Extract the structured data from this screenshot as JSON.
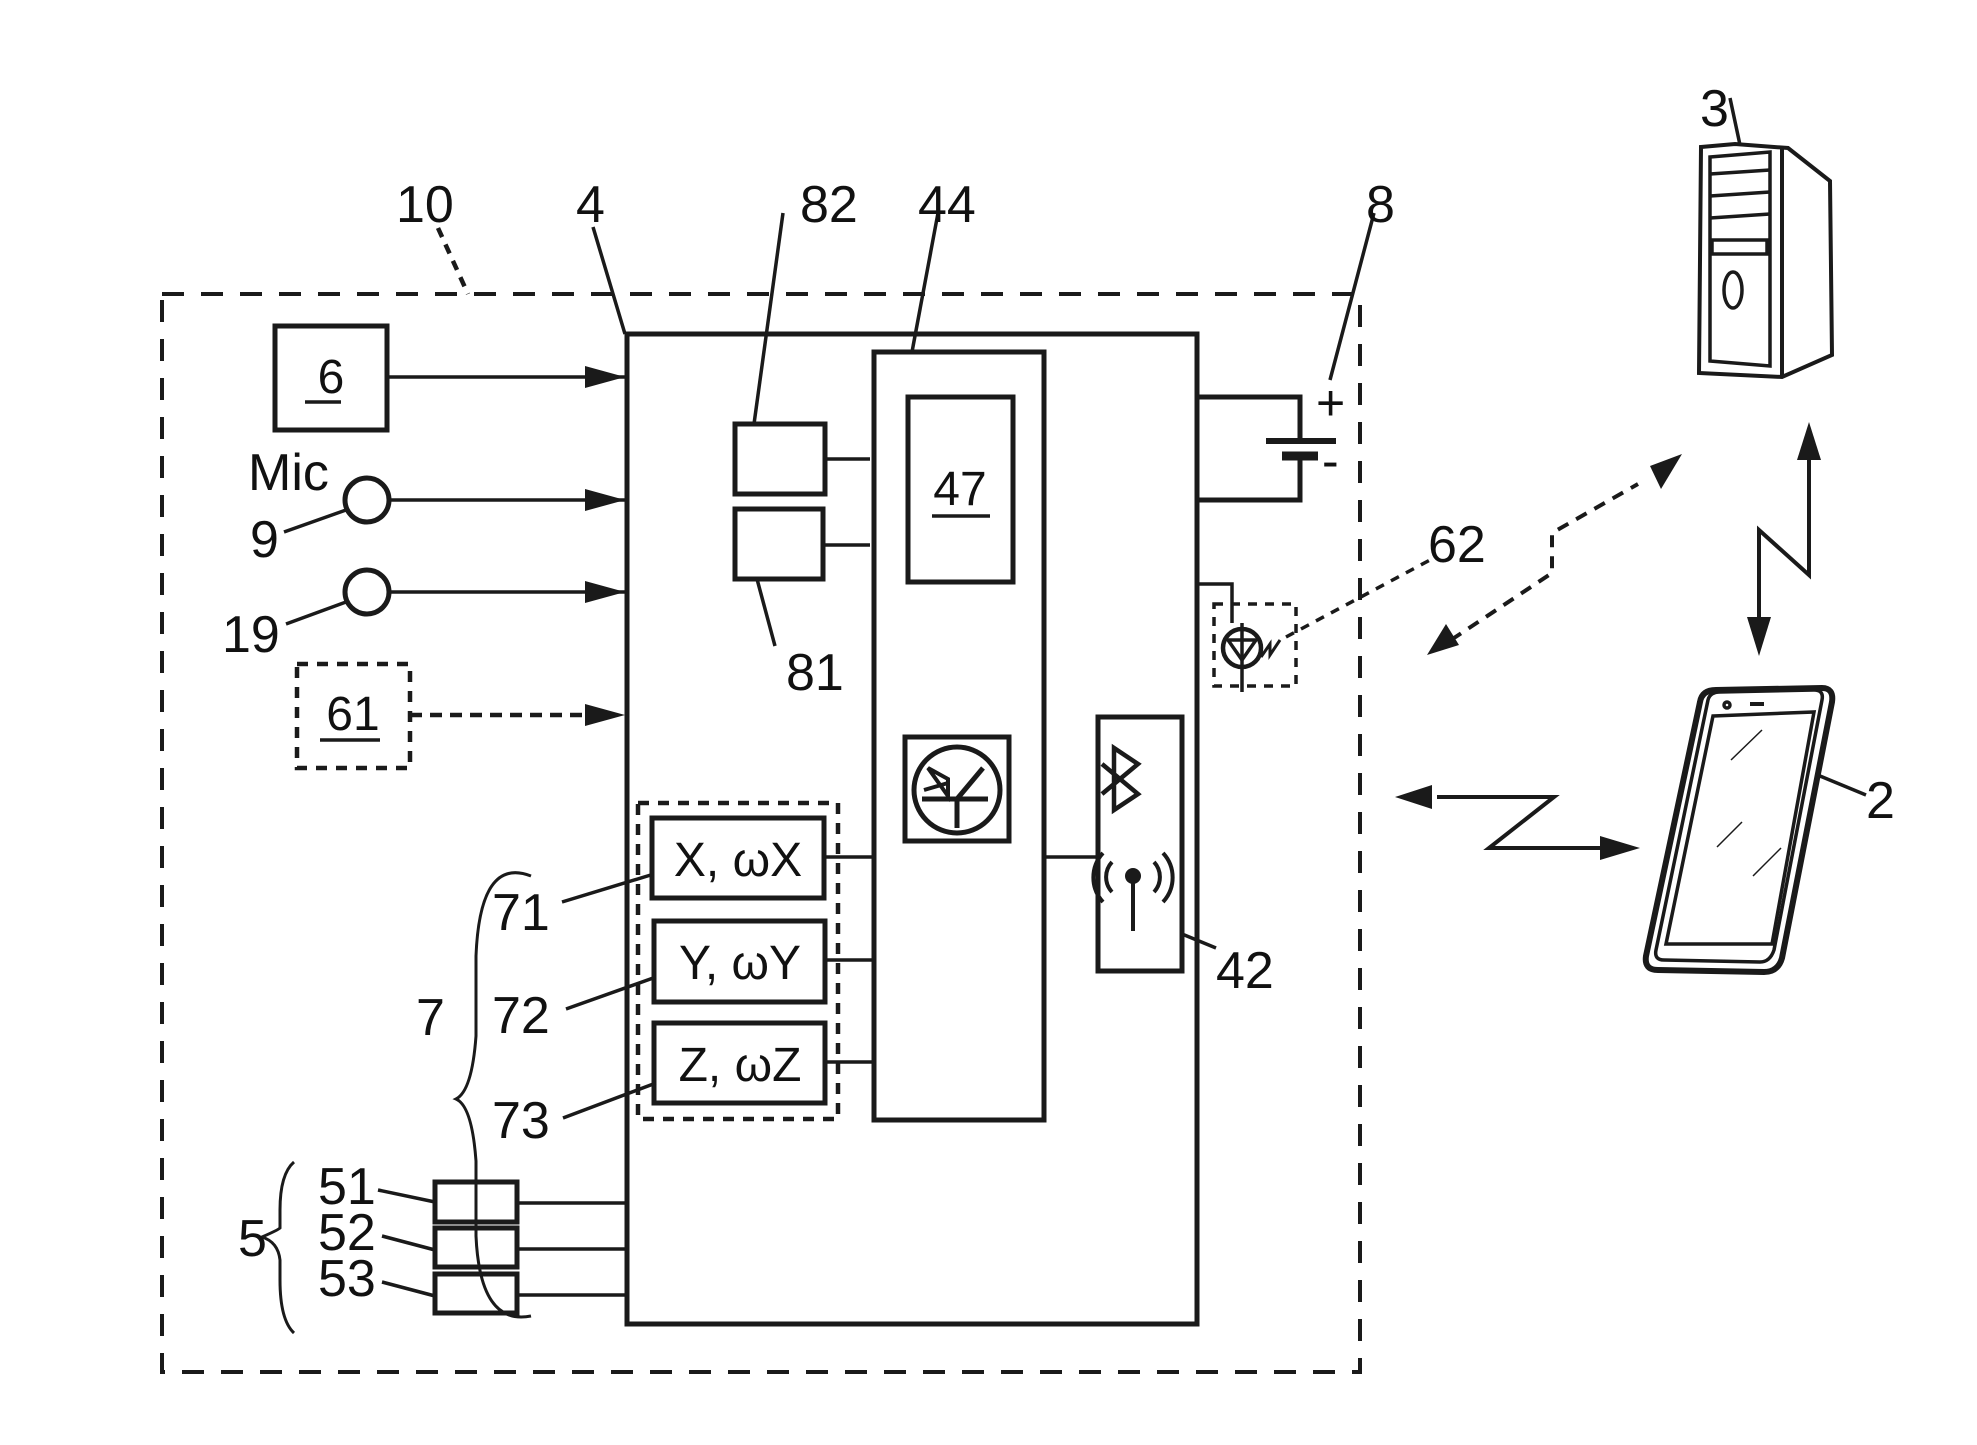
{
  "figure": {
    "title": "Sensor device block diagram with external devices",
    "reference_labels": {
      "device_housing": "10",
      "main_module": "4",
      "memory_82": "82",
      "memory_81": "81",
      "processor": "44",
      "battery": "8",
      "battery_plus": "+",
      "battery_minus": "-",
      "computer": "3",
      "smartphone": "2",
      "optical_link": "62",
      "wireless_module": "42",
      "sensor_6": "6",
      "mic_caption": "Mic",
      "mic_9": "9",
      "sensor_19": "19",
      "optional_61": "61",
      "processing_47": "47",
      "imu_group": "7",
      "imu_x_ref": "71",
      "imu_y_ref": "72",
      "imu_z_ref": "73",
      "button_group": "5",
      "button_51": "51",
      "button_52": "52",
      "button_53": "53"
    },
    "imu_boxes": {
      "x": "X, ωX",
      "y": "Y, ωY",
      "z": "Z, ωZ"
    },
    "icons": {
      "processor_symbol": "phototransistor-icon",
      "bluetooth": "bluetooth-icon",
      "antenna": "antenna-icon",
      "led": "led-icon",
      "computer": "desktop-tower-icon",
      "phone": "smartphone-icon"
    }
  }
}
